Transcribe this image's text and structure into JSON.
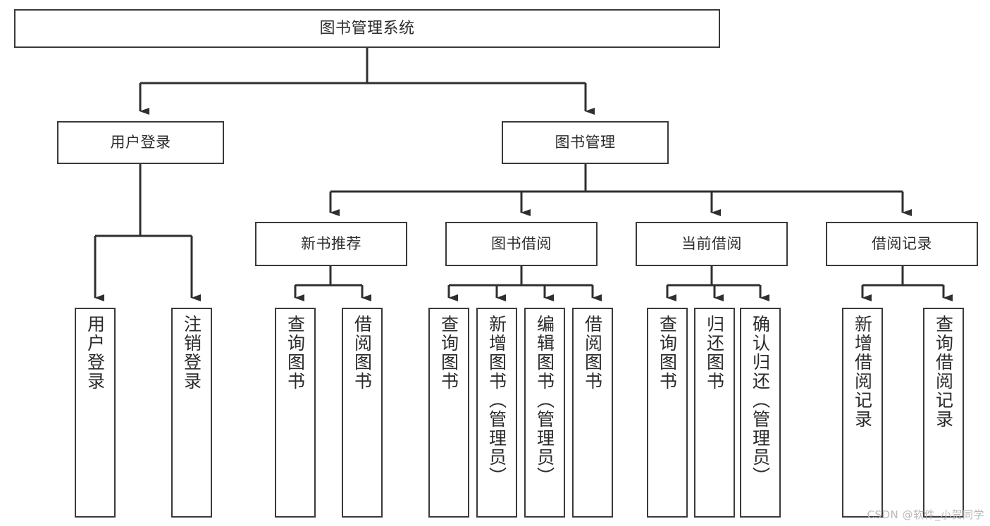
{
  "diagram": {
    "title": "图书管理系统",
    "type": "tree-hierarchy",
    "watermark": "CSDN @软件_小贺同学",
    "colors": {
      "border": "#3a3a3a",
      "fill": "#ffffff",
      "text": "#2b2b2b",
      "edge": "#2f2f2f",
      "watermark": "#b9b9b9"
    },
    "nodes": {
      "root": {
        "label": "图书管理系统"
      },
      "level1": [
        {
          "id": "user-login",
          "label": "用户登录"
        },
        {
          "id": "book-manage",
          "label": "图书管理"
        }
      ],
      "level2": [
        {
          "id": "new-book-rec",
          "label": "新书推荐"
        },
        {
          "id": "book-borrow",
          "label": "图书借阅"
        },
        {
          "id": "current-borrow",
          "label": "当前借阅"
        },
        {
          "id": "borrow-record",
          "label": "借阅记录"
        }
      ],
      "leaves": {
        "user_login": [
          {
            "id": "leaf-user-login",
            "label": "用户登录"
          },
          {
            "id": "leaf-logout",
            "label": "注销登录"
          }
        ],
        "new_book_rec": [
          {
            "id": "leaf-query-book-1",
            "label": "查询图书"
          },
          {
            "id": "leaf-borrow-book-1",
            "label": "借阅图书"
          }
        ],
        "book_borrow": [
          {
            "id": "leaf-query-book-2",
            "label": "查询图书"
          },
          {
            "id": "leaf-add-book",
            "label": "新增图书（管理员）"
          },
          {
            "id": "leaf-edit-book",
            "label": "编辑图书（管理员）"
          },
          {
            "id": "leaf-borrow-book-2",
            "label": "借阅图书"
          }
        ],
        "current_borrow": [
          {
            "id": "leaf-query-book-3",
            "label": "查询图书"
          },
          {
            "id": "leaf-return-book",
            "label": "归还图书"
          },
          {
            "id": "leaf-confirm-return",
            "label": "确认归还（管理员）"
          }
        ],
        "borrow_record": [
          {
            "id": "leaf-add-record",
            "label": "新增借阅记录"
          },
          {
            "id": "leaf-query-record",
            "label": "查询借阅记录"
          }
        ]
      }
    }
  }
}
